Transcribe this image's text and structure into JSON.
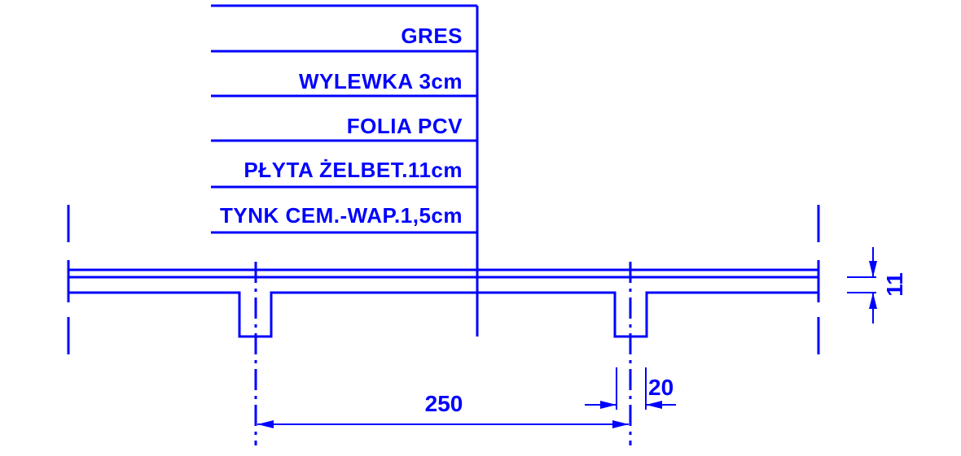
{
  "layers": [
    {
      "id": "gres",
      "label": "GRES"
    },
    {
      "id": "wylewka",
      "label": "WYLEWKA 3cm"
    },
    {
      "id": "folia",
      "label": "FOLIA PCV"
    },
    {
      "id": "plyta",
      "label": "PŁYTA ŻELBET.11cm"
    },
    {
      "id": "tynk",
      "label": "TYNK CEM.-WAP.1,5cm"
    }
  ],
  "dimensions": {
    "rib_spacing": "250",
    "rib_width": "20",
    "slab_thickness": "11"
  },
  "colors": {
    "line": "#0000ff",
    "background": "#ffffff"
  }
}
